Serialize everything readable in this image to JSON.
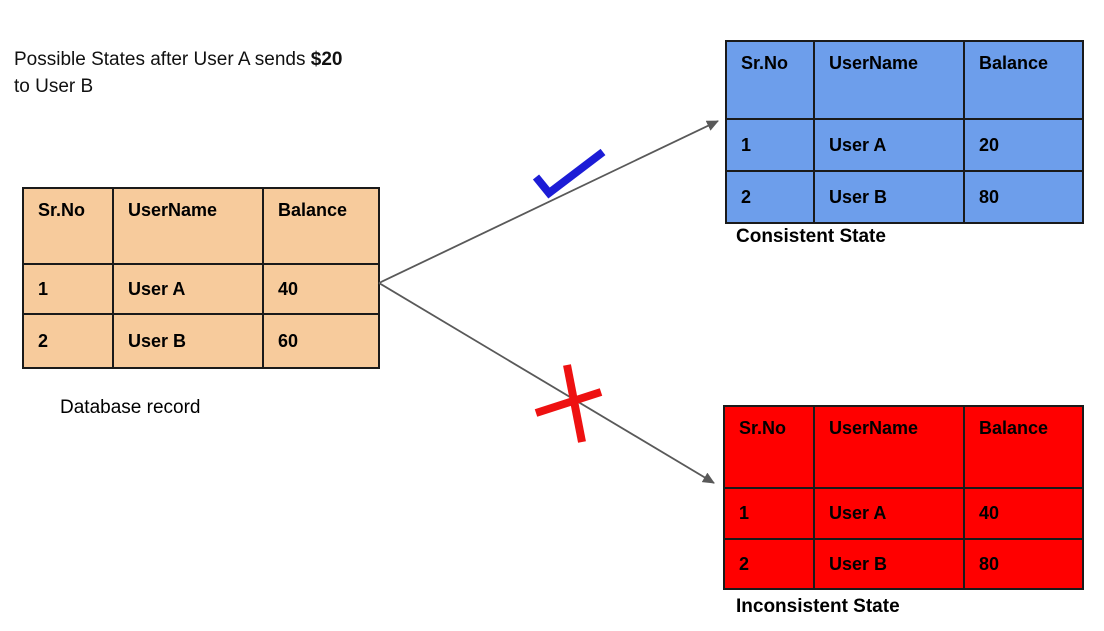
{
  "title": {
    "line1_prefix": "Possible States after User A sends ",
    "line1_bold": "$20",
    "line2": "to User B"
  },
  "diagram": {
    "tables": {
      "database": {
        "caption": "Database record",
        "headers": [
          "Sr.No",
          "UserName",
          "Balance"
        ],
        "rows": [
          [
            "1",
            "User A",
            "40"
          ],
          [
            "2",
            "User B",
            "60"
          ]
        ],
        "fill": "#F7CB9C"
      },
      "consistent": {
        "caption": "Consistent State",
        "headers": [
          "Sr.No",
          "UserName",
          "Balance"
        ],
        "rows": [
          [
            "1",
            "User A",
            "20"
          ],
          [
            "2",
            "User B",
            "80"
          ]
        ],
        "fill": "#6D9EEB"
      },
      "inconsistent": {
        "caption": "Inconsistent State",
        "headers": [
          "Sr.No",
          "UserName",
          "Balance"
        ],
        "rows": [
          [
            "1",
            "User A",
            "40"
          ],
          [
            "2",
            "User B",
            "80"
          ]
        ],
        "fill": "#FF0000"
      }
    },
    "annotations": {
      "check_icon": "check-mark",
      "cross_icon": "cross-mark"
    },
    "colors": {
      "check": "#1C1CD6",
      "cross": "#EE1111",
      "arrow": "#595959",
      "table_border": "#1A1A1A"
    }
  }
}
